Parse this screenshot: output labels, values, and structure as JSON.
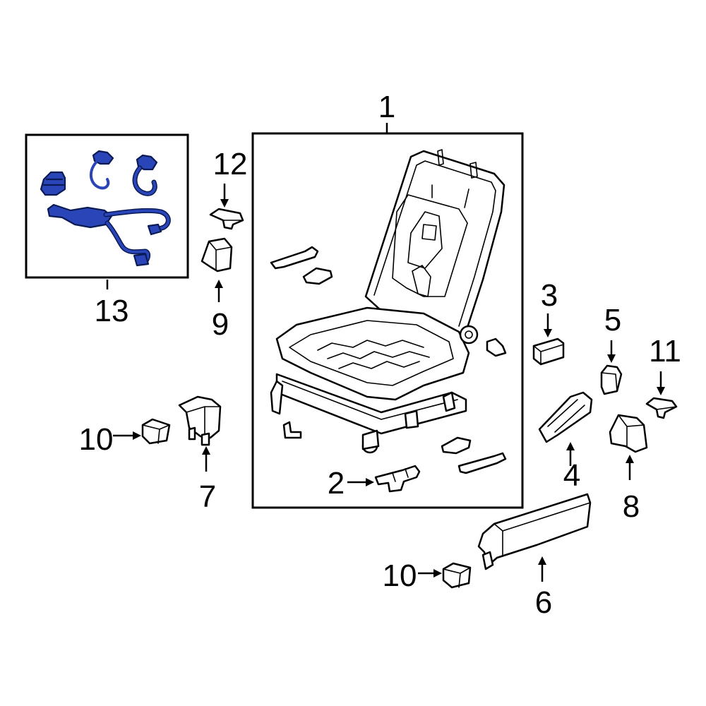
{
  "diagram": {
    "callouts": {
      "c1": "1",
      "c2": "2",
      "c3": "3",
      "c4": "4",
      "c5": "5",
      "c6": "6",
      "c7": "7",
      "c8": "8",
      "c9": "9",
      "c10a": "10",
      "c10b": "10",
      "c11": "11",
      "c12": "12",
      "c13": "13"
    },
    "colors": {
      "highlight_fill": "#2a45b8",
      "highlight_outline": "#0a1a55",
      "line": "#000000",
      "background": "#ffffff"
    }
  }
}
